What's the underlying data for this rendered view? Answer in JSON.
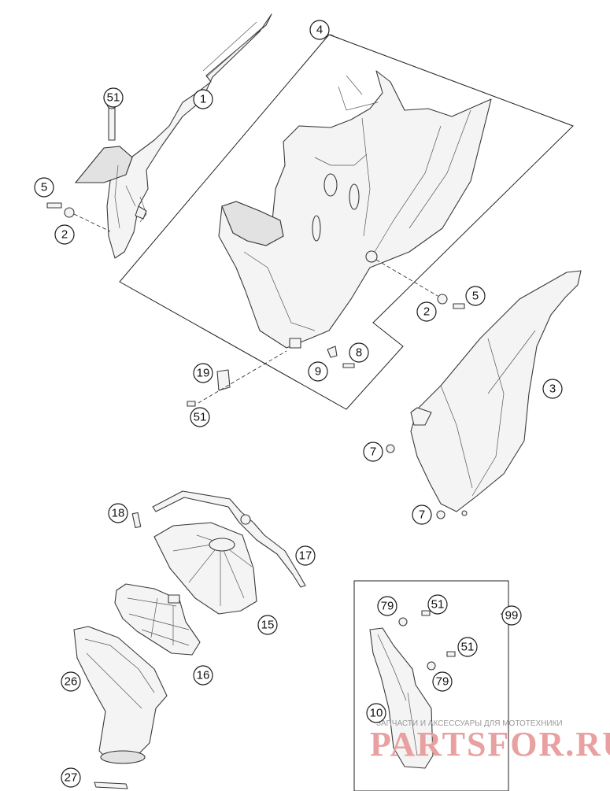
{
  "callouts": [
    {
      "id": "c1",
      "label": "1"
    },
    {
      "id": "c51a",
      "label": "51"
    },
    {
      "id": "c5a",
      "label": "5"
    },
    {
      "id": "c2a",
      "label": "2"
    },
    {
      "id": "c4",
      "label": "4"
    },
    {
      "id": "c2b",
      "label": "2"
    },
    {
      "id": "c5b",
      "label": "5"
    },
    {
      "id": "c8",
      "label": "8"
    },
    {
      "id": "c9",
      "label": "9"
    },
    {
      "id": "c19",
      "label": "19"
    },
    {
      "id": "c51b",
      "label": "51"
    },
    {
      "id": "c3",
      "label": "3"
    },
    {
      "id": "c7a",
      "label": "7"
    },
    {
      "id": "c7b",
      "label": "7"
    },
    {
      "id": "c18",
      "label": "18"
    },
    {
      "id": "c17",
      "label": "17"
    },
    {
      "id": "c15",
      "label": "15"
    },
    {
      "id": "c16",
      "label": "16"
    },
    {
      "id": "c26",
      "label": "26"
    },
    {
      "id": "c27",
      "label": "27"
    },
    {
      "id": "c79a",
      "label": "79"
    },
    {
      "id": "c51c",
      "label": "51"
    },
    {
      "id": "c99",
      "label": "99"
    },
    {
      "id": "c51d",
      "label": "51"
    },
    {
      "id": "c79b",
      "label": "79"
    },
    {
      "id": "c10",
      "label": "10"
    }
  ],
  "watermark": {
    "tagline": "ЗАПЧАСТИ И АКСЕССУАРЫ ДЛЯ МОТОТЕХНИКИ",
    "logo": "PARTSFOR.RU"
  },
  "colors": {
    "line": "#3a3a3a",
    "part_fill": "#f4f4f4",
    "watermark_logo": "#e8a0a0"
  }
}
